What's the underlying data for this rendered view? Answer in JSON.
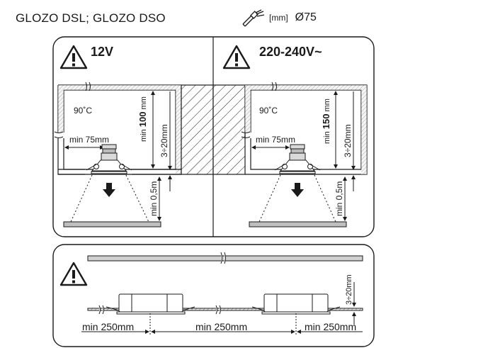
{
  "header": {
    "product_codes": "GLOZO DSL; GLOZO DSO",
    "unit": "[mm]",
    "cutout": "Ø75"
  },
  "icons": {
    "warning": "warning-triangle-icon",
    "drill": "hole-saw-icon",
    "lamp_direction": "down-arrow-icon"
  },
  "panel_12v": {
    "voltage": "12V",
    "temperature": "90˚C",
    "lateral_distance": "min 75mm",
    "cavity_depth_prefix": "min ",
    "cavity_depth_value": "100",
    "cavity_depth_unit": " mm",
    "ceiling_thickness": "3÷20mm",
    "distance_to_object": "min 0,5m"
  },
  "panel_230v": {
    "voltage": "220-240V~",
    "temperature": "90˚C",
    "lateral_distance": "min 75mm",
    "cavity_depth_prefix": "min ",
    "cavity_depth_value": "150",
    "cavity_depth_unit": " mm",
    "ceiling_thickness": "3÷20mm",
    "distance_to_object": "min 0,5m"
  },
  "spacing_panel": {
    "ceiling_thickness": "3÷20mm",
    "left_distance": "min 250mm",
    "middle_distance": "min 250mm",
    "right_distance": "min 250mm"
  }
}
